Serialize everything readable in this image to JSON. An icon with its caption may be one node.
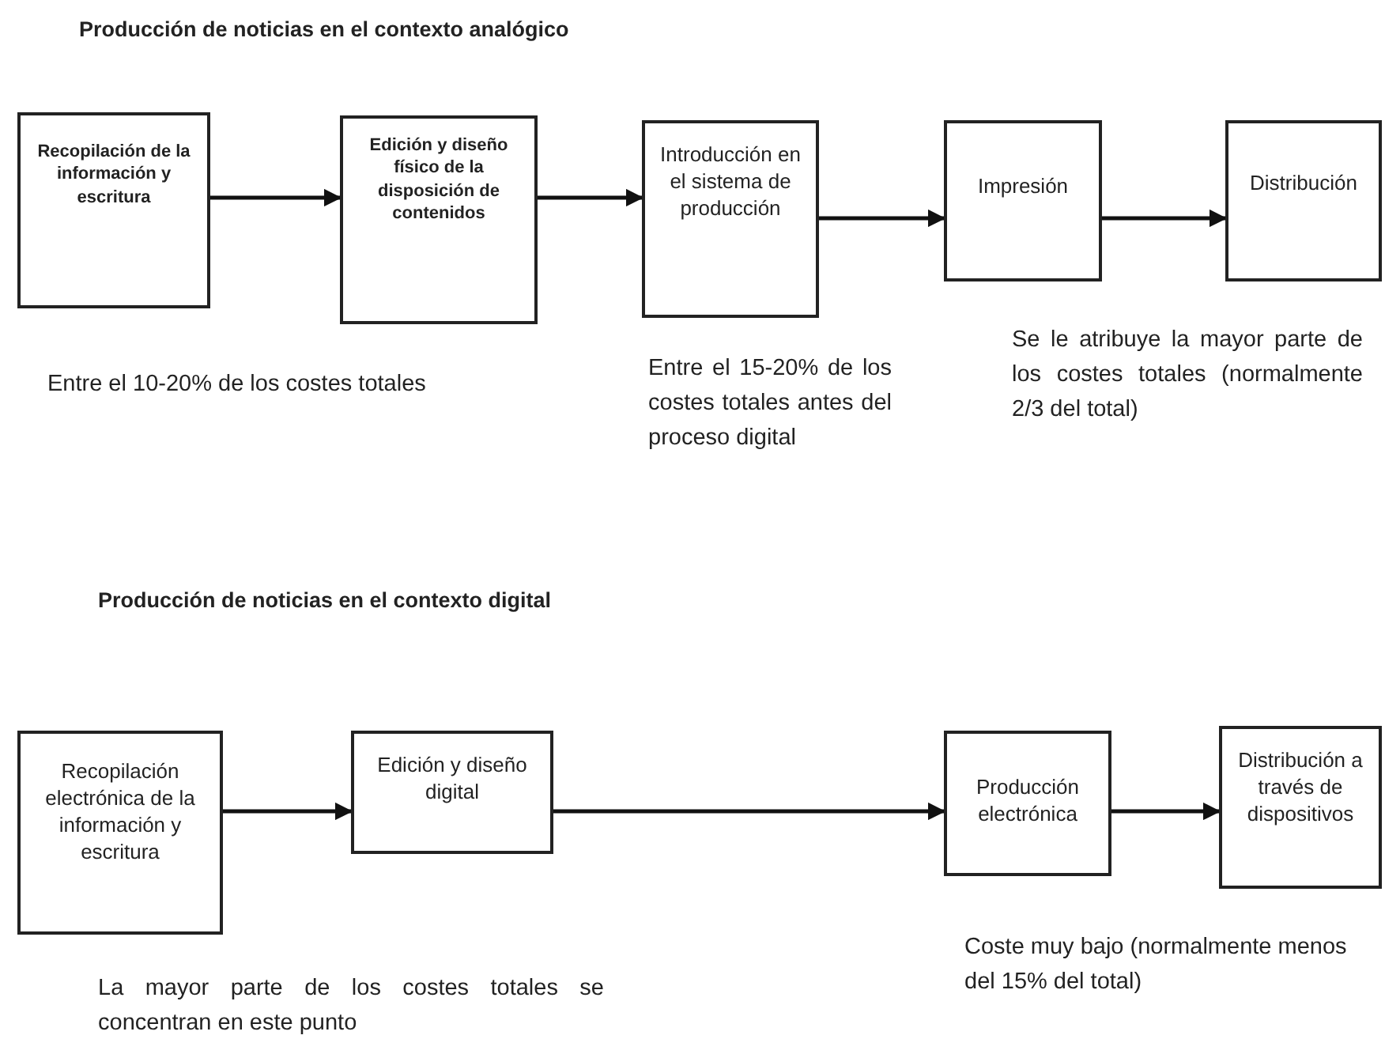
{
  "diagram": {
    "title": "Producción de noticias en el contexto analógico",
    "nodes": [
      {
        "text": [
          "Recopilación de la información y escritura"
        ]
      },
      {
        "text": [
          "Edición y diseño físico de la disposición de contenidos"
        ]
      },
      {
        "text": [
          "Introducción en el sistema de producción"
        ]
      },
      {
        "text": [
          "Impresión"
        ]
      },
      {
        "text": [
          "Distribución"
        ]
      },
      {
        "text": [
          "Recopilación electrónica de la información y escritura"
        ]
      },
      {
        "text": [
          "Edición y diseño digital"
        ]
      },
      {
        "text": [
          "Producción electrónica"
        ]
      },
      {
        "text": [
          "Distribución a través de dispositivos"
        ]
      }
    ],
    "edges": [
      {
        "from": 0,
        "to": 1,
        "arrow": "to"
      },
      {
        "from": 1,
        "to": 2,
        "arrow": "to"
      },
      {
        "from": 2,
        "to": 3,
        "arrow": "to"
      },
      {
        "from": 3,
        "to": 4,
        "arrow": "to"
      },
      {
        "from": 5,
        "to": 6,
        "arrow": "to"
      },
      {
        "from": 6,
        "to": 7,
        "arrow": "to"
      },
      {
        "from": 7,
        "to": 8,
        "arrow": "to"
      }
    ],
    "labels": [
      "Entre el 10-20% de los costes totales",
      "Entre el 15-20% de los costes totales antes del proceso digital",
      "Se le atribuye la mayor parte de los costes totales (normalmente 2/3 del total)",
      "Producción de noticias en el contexto digital",
      "La mayor parte de los costes totales se concentran en este punto",
      "Coste muy bajo (normalmente menos del 15% del total)"
    ]
  }
}
